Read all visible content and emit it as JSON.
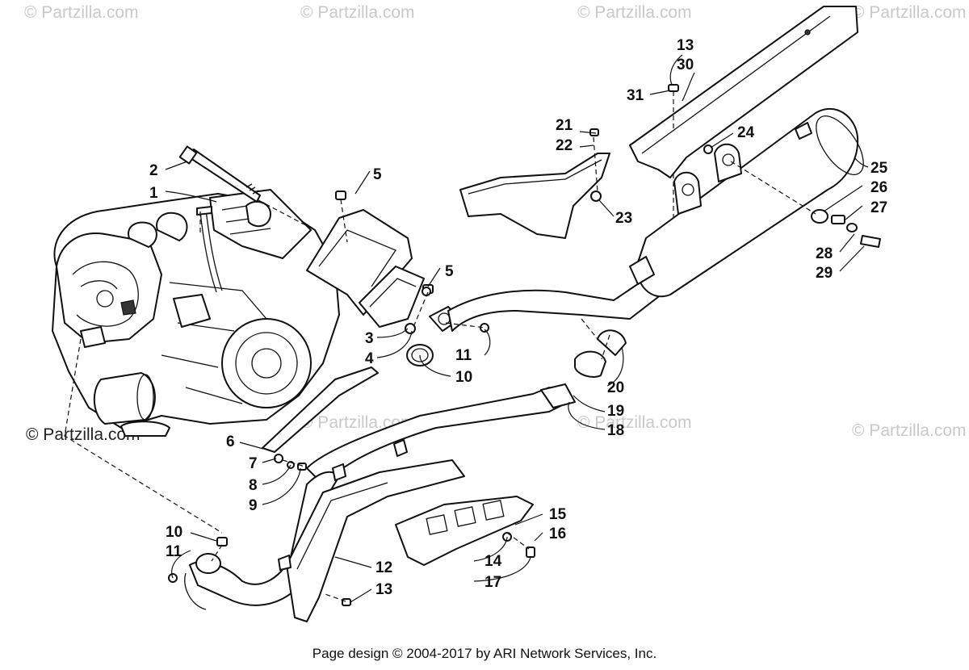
{
  "watermark": "© Partzilla.com",
  "footer": "Page design © 2004-2017 by ARI Network Services, Inc.",
  "callouts": [
    "1",
    "2",
    "3",
    "4",
    "5",
    "5",
    "6",
    "7",
    "8",
    "9",
    "10",
    "10",
    "11",
    "11",
    "12",
    "13",
    "13",
    "14",
    "15",
    "16",
    "17",
    "18",
    "19",
    "20",
    "21",
    "22",
    "23",
    "24",
    "25",
    "26",
    "27",
    "28",
    "29",
    "30",
    "31"
  ]
}
